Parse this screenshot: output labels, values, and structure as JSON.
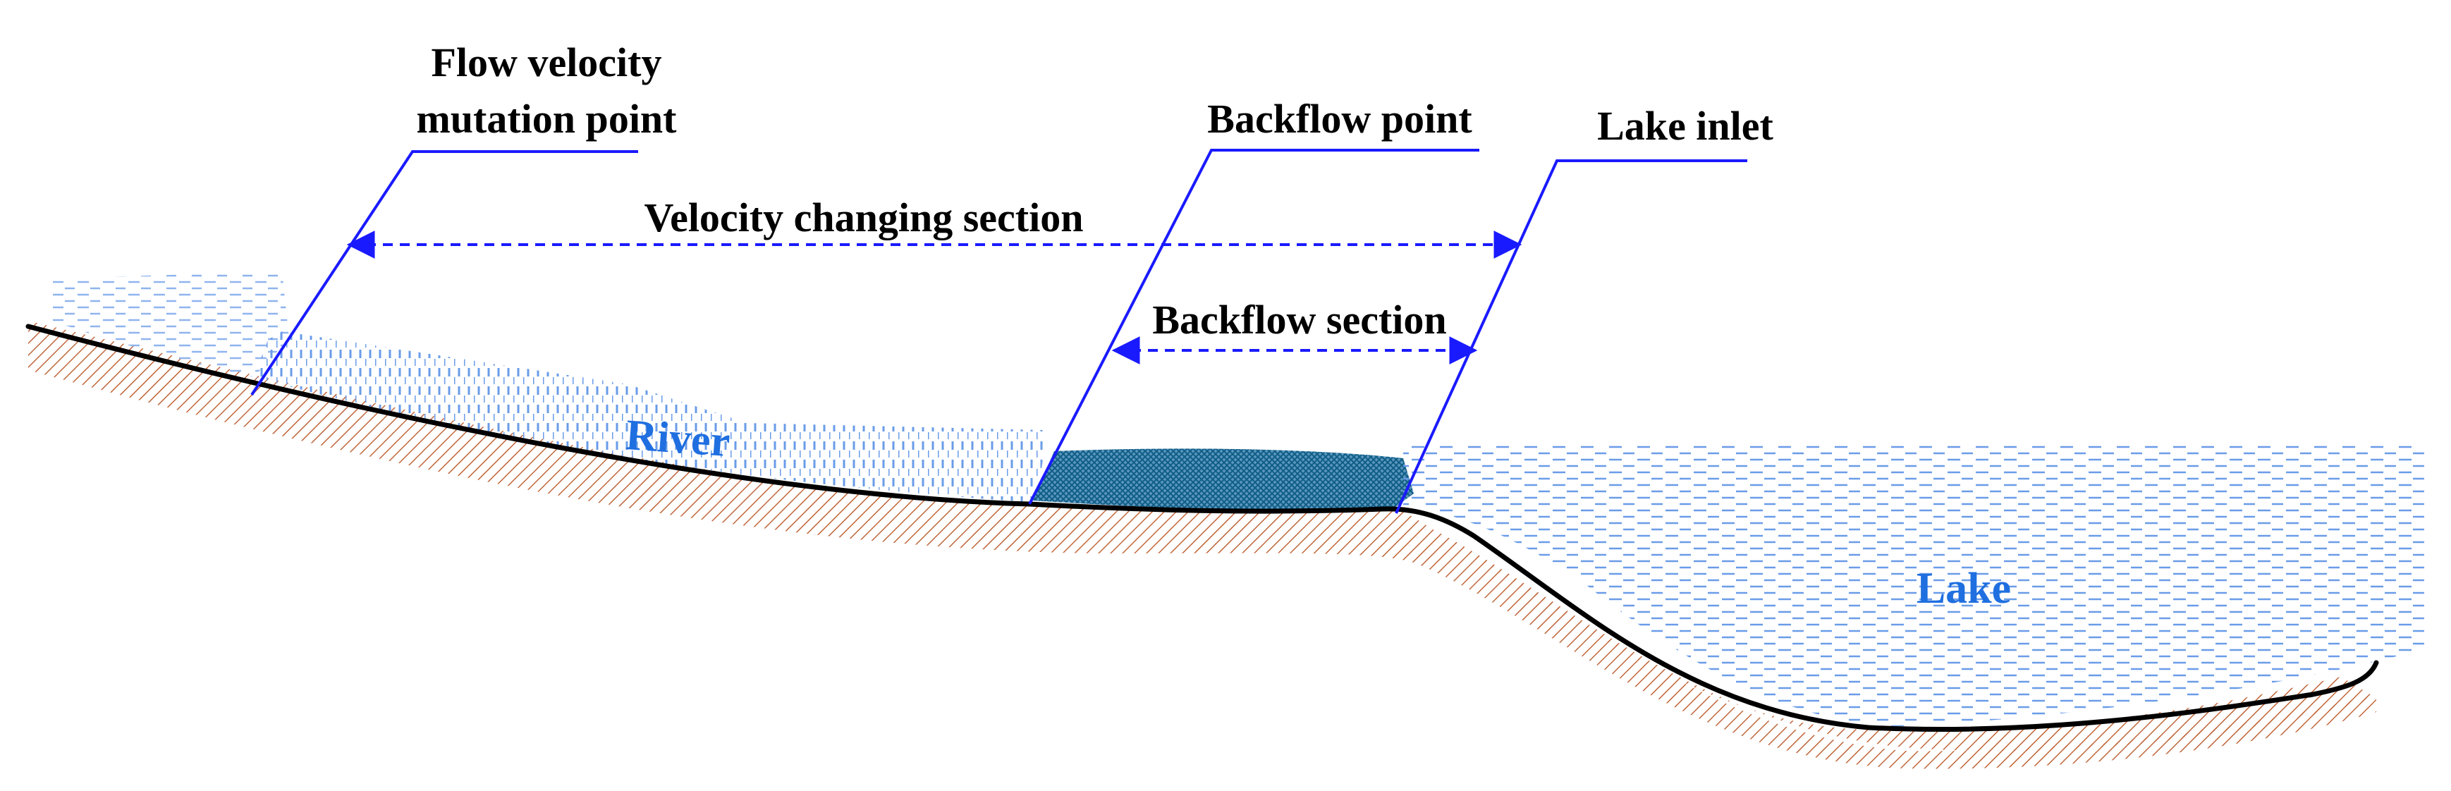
{
  "labels": {
    "flow_velocity_line1": "Flow velocity",
    "flow_velocity_line2": "mutation point",
    "backflow_point": "Backflow point",
    "lake_inlet": "Lake inlet",
    "velocity_changing_section": "Velocity changing section",
    "backflow_section": "Backflow section",
    "river": "River",
    "lake": "Lake"
  },
  "colors": {
    "leader_line": "#1a1aff",
    "dimension_arrow": "#1a1aff",
    "water_label": "#1f6fe0",
    "water_hatch": "#6a9ce8",
    "backflow_hatch": "#1c6e9a",
    "soil_hatch": "#c0663a",
    "bed_line": "#000000"
  }
}
